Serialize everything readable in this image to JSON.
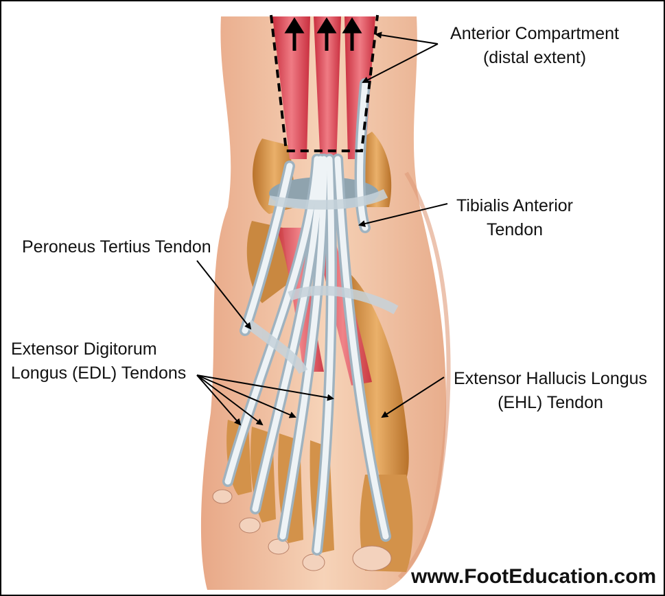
{
  "labels": {
    "anterior_compartment": [
      "Anterior Compartment",
      "(distal extent)"
    ],
    "tibialis_anterior": [
      "Tibialis Anterior",
      "Tendon"
    ],
    "peroneus_tertius": [
      "Peroneus Tertius Tendon"
    ],
    "edl": [
      "Extensor Digitorum",
      "Longus (EDL) Tendons"
    ],
    "ehl": [
      "Extensor Hallucis Longus",
      "(EHL) Tendon"
    ]
  },
  "watermark": "www.FootEducation.com",
  "colors": {
    "skin": "#f2c3a4",
    "skin_shadow": "#d99a78",
    "bone": "#d9953f",
    "muscle": "#d9404d",
    "tendon": "#e8eef2",
    "tendon_shadow": "#9fb3c0",
    "border": "#000000"
  }
}
